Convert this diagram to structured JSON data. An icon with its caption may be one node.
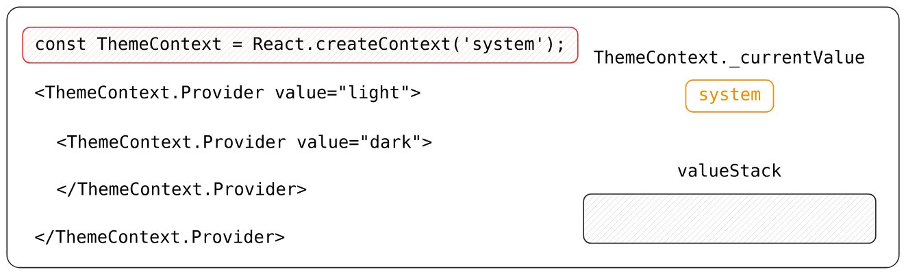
{
  "diagram": {
    "nodes": [
      {
        "text": [],
        "shape": "box"
      },
      {
        "text": [
          "const ThemeContext = React.createContext('system');"
        ],
        "in": 0
      },
      {
        "text": [
          "ThemeContext._currentValue",
          "system"
        ],
        "in": 0
      },
      {
        "text": [
          "valueStack"
        ],
        "in": 0
      }
    ],
    "labels": [
      "<ThemeContext.Provider value=\"light\">",
      "<ThemeContext.Provider value=\"dark\">",
      "</ThemeContext.Provider>",
      "</ThemeContext.Provider>"
    ]
  }
}
